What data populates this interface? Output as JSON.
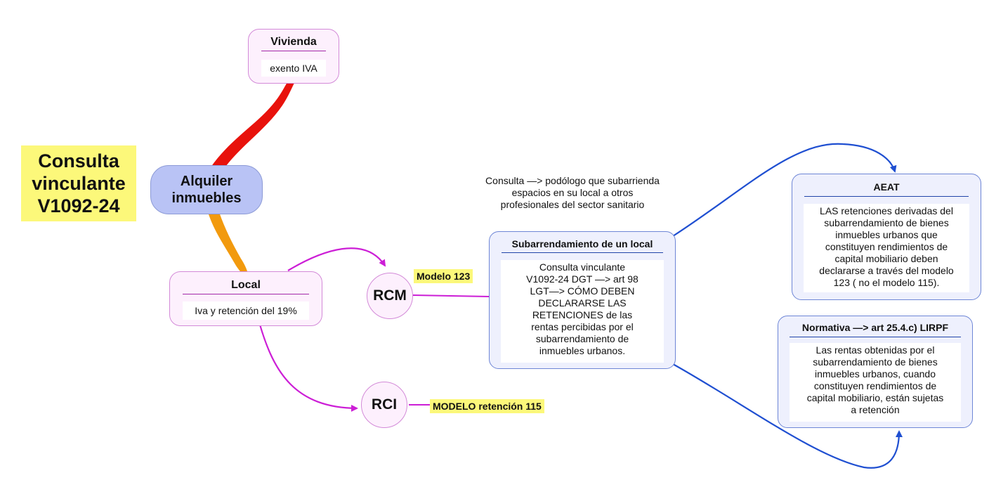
{
  "title": "Consulta\nvinculante\nV1092-24",
  "center": "Alquiler\ninmuebles",
  "vivienda": {
    "title": "Vivienda",
    "text": "exento IVA"
  },
  "local": {
    "title": "Local",
    "text": "Iva y retención del 19%"
  },
  "rcm": {
    "label": "RCM",
    "tag": "Modelo 123"
  },
  "rci": {
    "label": "RCI",
    "tag": "MODELO retención 115"
  },
  "note": "Consulta —> podólogo que subarrienda\nespacios en su local a otros\nprofesionales del sector sanitario",
  "sub": {
    "title": "Subarrendamiento de un local",
    "text": "Consulta vinculante\nV1092-24 DGT —> art 98\nLGT—> CÓMO DEBEN\nDECLARARSE LAS\nRETENCIONES de las\nrentas percibidas por el\nsubarrendamiento de\ninmuebles urbanos."
  },
  "aeat": {
    "title": "AEAT",
    "text": "LAS retenciones derivadas del\nsubarrendamiento de bienes\ninmuebles urbanos que\nconstituyen rendimientos de\ncapital mobiliario deben\ndeclararse a través del modelo\n123 ( no el modelo 115)."
  },
  "normativa": {
    "title": "Normativa —> art 25.4.c) LIRPF",
    "text": "Las rentas obtenidas por el\nsubarrendamiento de bienes\ninmuebles urbanos, cuando\nconstituyen rendimientos de\ncapital mobiliario, están sujetas\na retención"
  },
  "colors": {
    "title_bg": "#fcf87a",
    "center_bg": "#b9c3f5",
    "pink_link": "#cc1ed6",
    "blue_link": "#1f4fd1",
    "red_branch": "#e8120c",
    "orange_branch": "#f29a0e"
  }
}
